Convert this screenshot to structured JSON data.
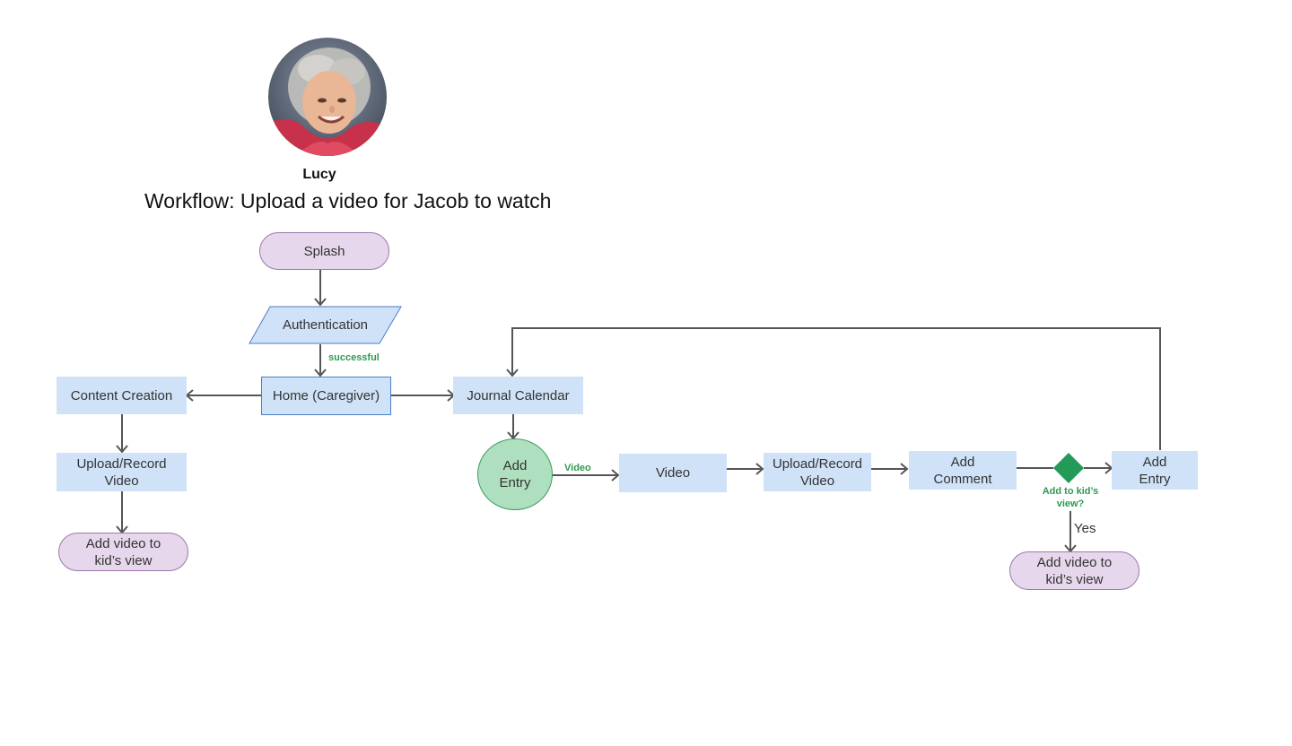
{
  "persona": {
    "name": "Lucy",
    "avatar_icon": "elderly-woman-portrait-icon"
  },
  "title": "Workflow: Upload a video for Jacob to watch",
  "colors": {
    "process": "#cfe2f8",
    "terminal": "#e7d7ec",
    "terminal_border": "#9b79a8",
    "start_circle": "#aee0bf",
    "decision": "#239a57",
    "edge_label": "#2e9a53",
    "line": "#555555"
  },
  "nodes": {
    "splash": "Splash",
    "authentication": "Authentication",
    "home": "Home (Caregiver)",
    "content_creation": "Content Creation",
    "upload_record_left": "Upload/Record Video",
    "add_video_left": "Add video to kid’s view",
    "journal_calendar": "Journal Calendar",
    "add_entry_circle": "Add Entry",
    "video": "Video",
    "upload_record_right": "Upload/Record Video",
    "add_comment": "Add Comment",
    "decision": "Add to kid’s view?",
    "add_entry_right": "Add Entry",
    "add_video_right": "Add video to kid’s view"
  },
  "edge_labels": {
    "successful": "successful",
    "video": "Video",
    "yes": "Yes"
  }
}
